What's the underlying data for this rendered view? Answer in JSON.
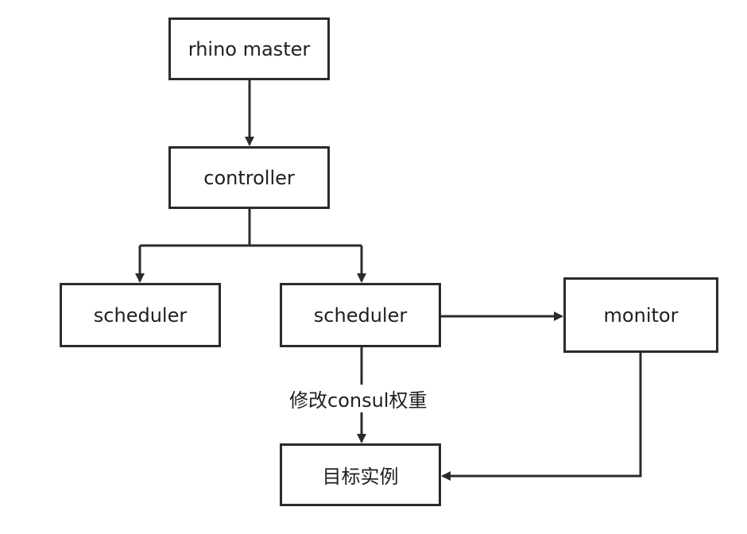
{
  "diagram": {
    "nodes": {
      "master": "rhino master",
      "controller": "controller",
      "scheduler_left": "scheduler",
      "scheduler_right": "scheduler",
      "monitor": "monitor",
      "target": "目标实例"
    },
    "edge_labels": {
      "scheduler_to_target": "修改consul权重"
    },
    "colors": {
      "stroke": "#2b2b2b",
      "text": "#1f1f1f",
      "background": "#ffffff"
    }
  }
}
